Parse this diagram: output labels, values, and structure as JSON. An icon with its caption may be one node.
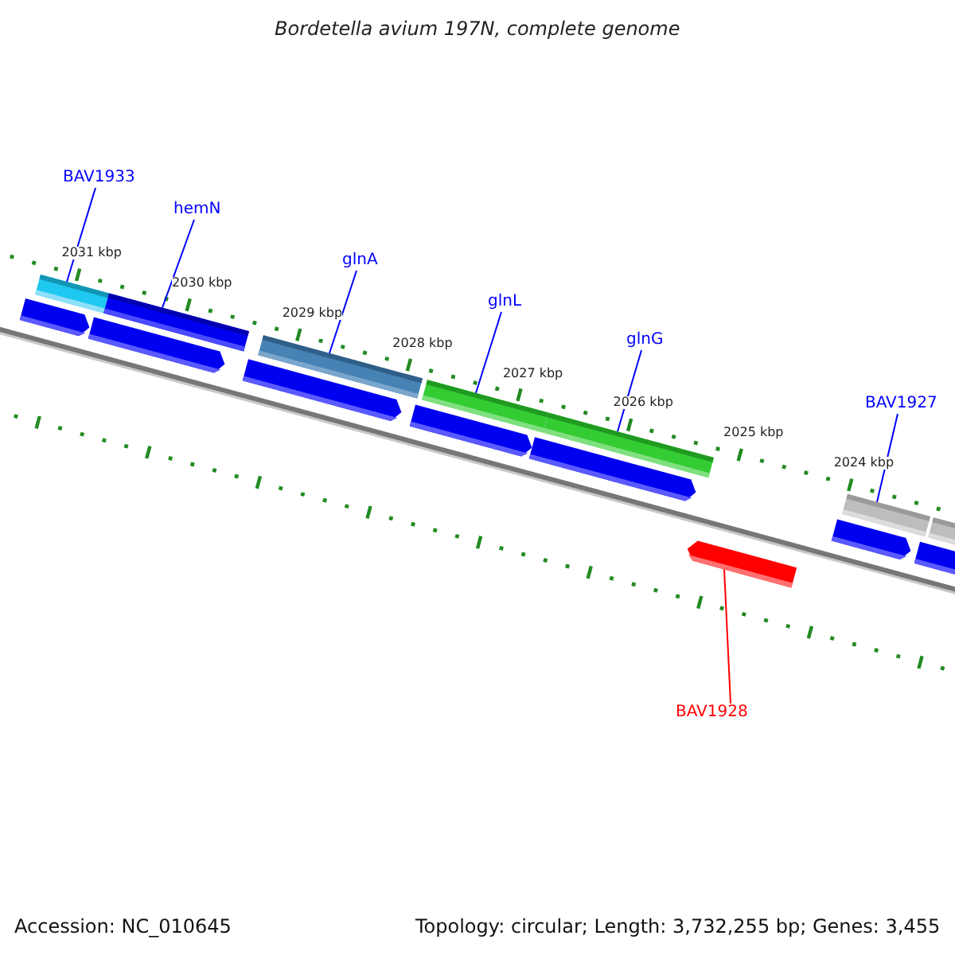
{
  "diagram": {
    "title": "Bordetella avium 197N, complete genome",
    "nodes": [
      {
        "text": [
          "BAV1933"
        ]
      },
      {
        "text": [
          "hemN"
        ]
      },
      {
        "text": [
          "glnA"
        ]
      },
      {
        "text": [
          "glnL"
        ]
      },
      {
        "text": [
          "glnG"
        ]
      },
      {
        "text": [
          "BAV1927"
        ]
      },
      {
        "text": [
          "BAV1928"
        ]
      },
      {
        "text": [],
        "shape": "bar"
      },
      {
        "text": [],
        "shape": "bar"
      },
      {
        "text": [],
        "shape": "bar"
      },
      {
        "text": [],
        "shape": "bar"
      },
      {
        "text": [],
        "shape": "bar"
      },
      {
        "text": [],
        "shape": "bar"
      },
      {
        "text": [],
        "shape": "bar"
      },
      {
        "text": [],
        "shape": "arrow"
      },
      {
        "text": [],
        "shape": "arrow"
      },
      {
        "text": [],
        "shape": "arrow"
      },
      {
        "text": [],
        "shape": "arrow"
      },
      {
        "text": [],
        "shape": "arrow"
      },
      {
        "text": [],
        "shape": "arrow"
      },
      {
        "text": [],
        "shape": "arrow"
      },
      {
        "text": [],
        "shape": "arrow"
      }
    ],
    "edges": [
      {
        "from": 0,
        "to": 7,
        "arrow": "none"
      },
      {
        "from": 1,
        "to": 8,
        "arrow": "none"
      },
      {
        "from": 2,
        "to": 9,
        "arrow": "none"
      },
      {
        "from": 3,
        "to": 10,
        "arrow": "none"
      },
      {
        "from": 4,
        "to": 11,
        "arrow": "none"
      },
      {
        "from": 5,
        "to": 12,
        "arrow": "none"
      },
      {
        "from": 6,
        "to": 21,
        "arrow": "none",
        "color": "#ff0000"
      }
    ],
    "labels": [
      "2031 kbp",
      "2030 kbp",
      "2029 kbp",
      "2028 kbp",
      "2027 kbp",
      "2026 kbp",
      "2025 kbp",
      "2024 kbp",
      "Accession: NC_010645",
      "Topology: circular; Length: 3,732,255 bp; Genes: 3,455"
    ]
  }
}
